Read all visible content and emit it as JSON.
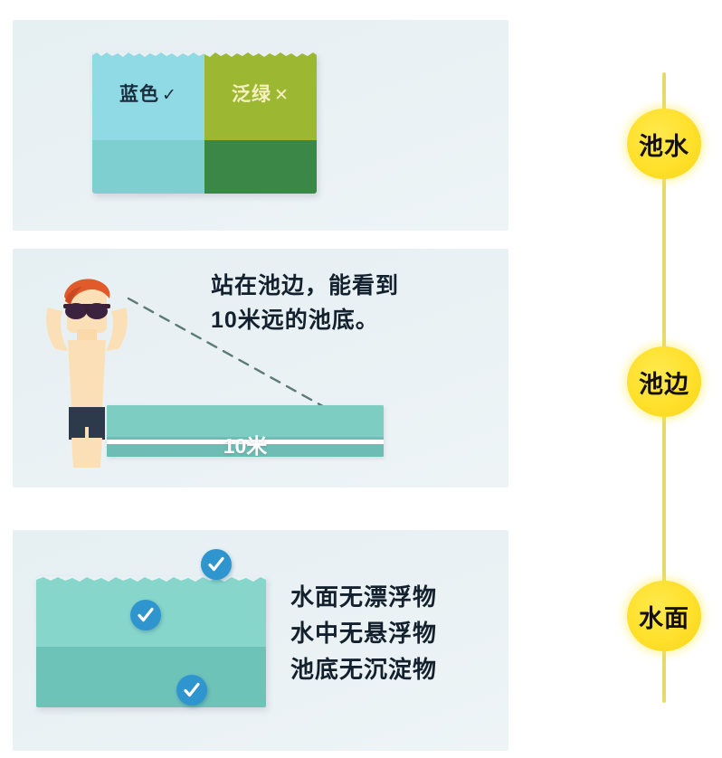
{
  "panels": {
    "color": {
      "name": "pool-water-color-comparison",
      "good": {
        "label": "蓝色",
        "mark": "✓",
        "top_color": "#8fdae4",
        "bottom_color": "#7ecfcf",
        "text_color": "#1a2b3c"
      },
      "bad": {
        "label": "泛绿",
        "mark": "✕",
        "top_color": "#9cb832",
        "bottom_color": "#3a8748",
        "text_color": "#f5f0c0"
      }
    },
    "clarity": {
      "line1": "站在池边，能看到",
      "line2": "10米远的池底。",
      "distance_label": "10米",
      "swimmer_icon": "swimmer-with-sunglasses-icon"
    },
    "debris": {
      "line1": "水面无漂浮物",
      "line2": "水中无悬浮物",
      "line3": "池底无沉淀物",
      "checks": [
        {
          "name": "check-surface",
          "icon": "check-circle-icon"
        },
        {
          "name": "check-mid",
          "icon": "check-circle-icon"
        },
        {
          "name": "check-bottom",
          "icon": "check-circle-icon"
        }
      ],
      "check_color": "#2f95cf"
    }
  },
  "timeline": {
    "accent_color": "#ffe02a",
    "line_color": "#e8d96b",
    "nodes": [
      {
        "label": "池水"
      },
      {
        "label": "池边"
      },
      {
        "label": "水面"
      }
    ]
  }
}
